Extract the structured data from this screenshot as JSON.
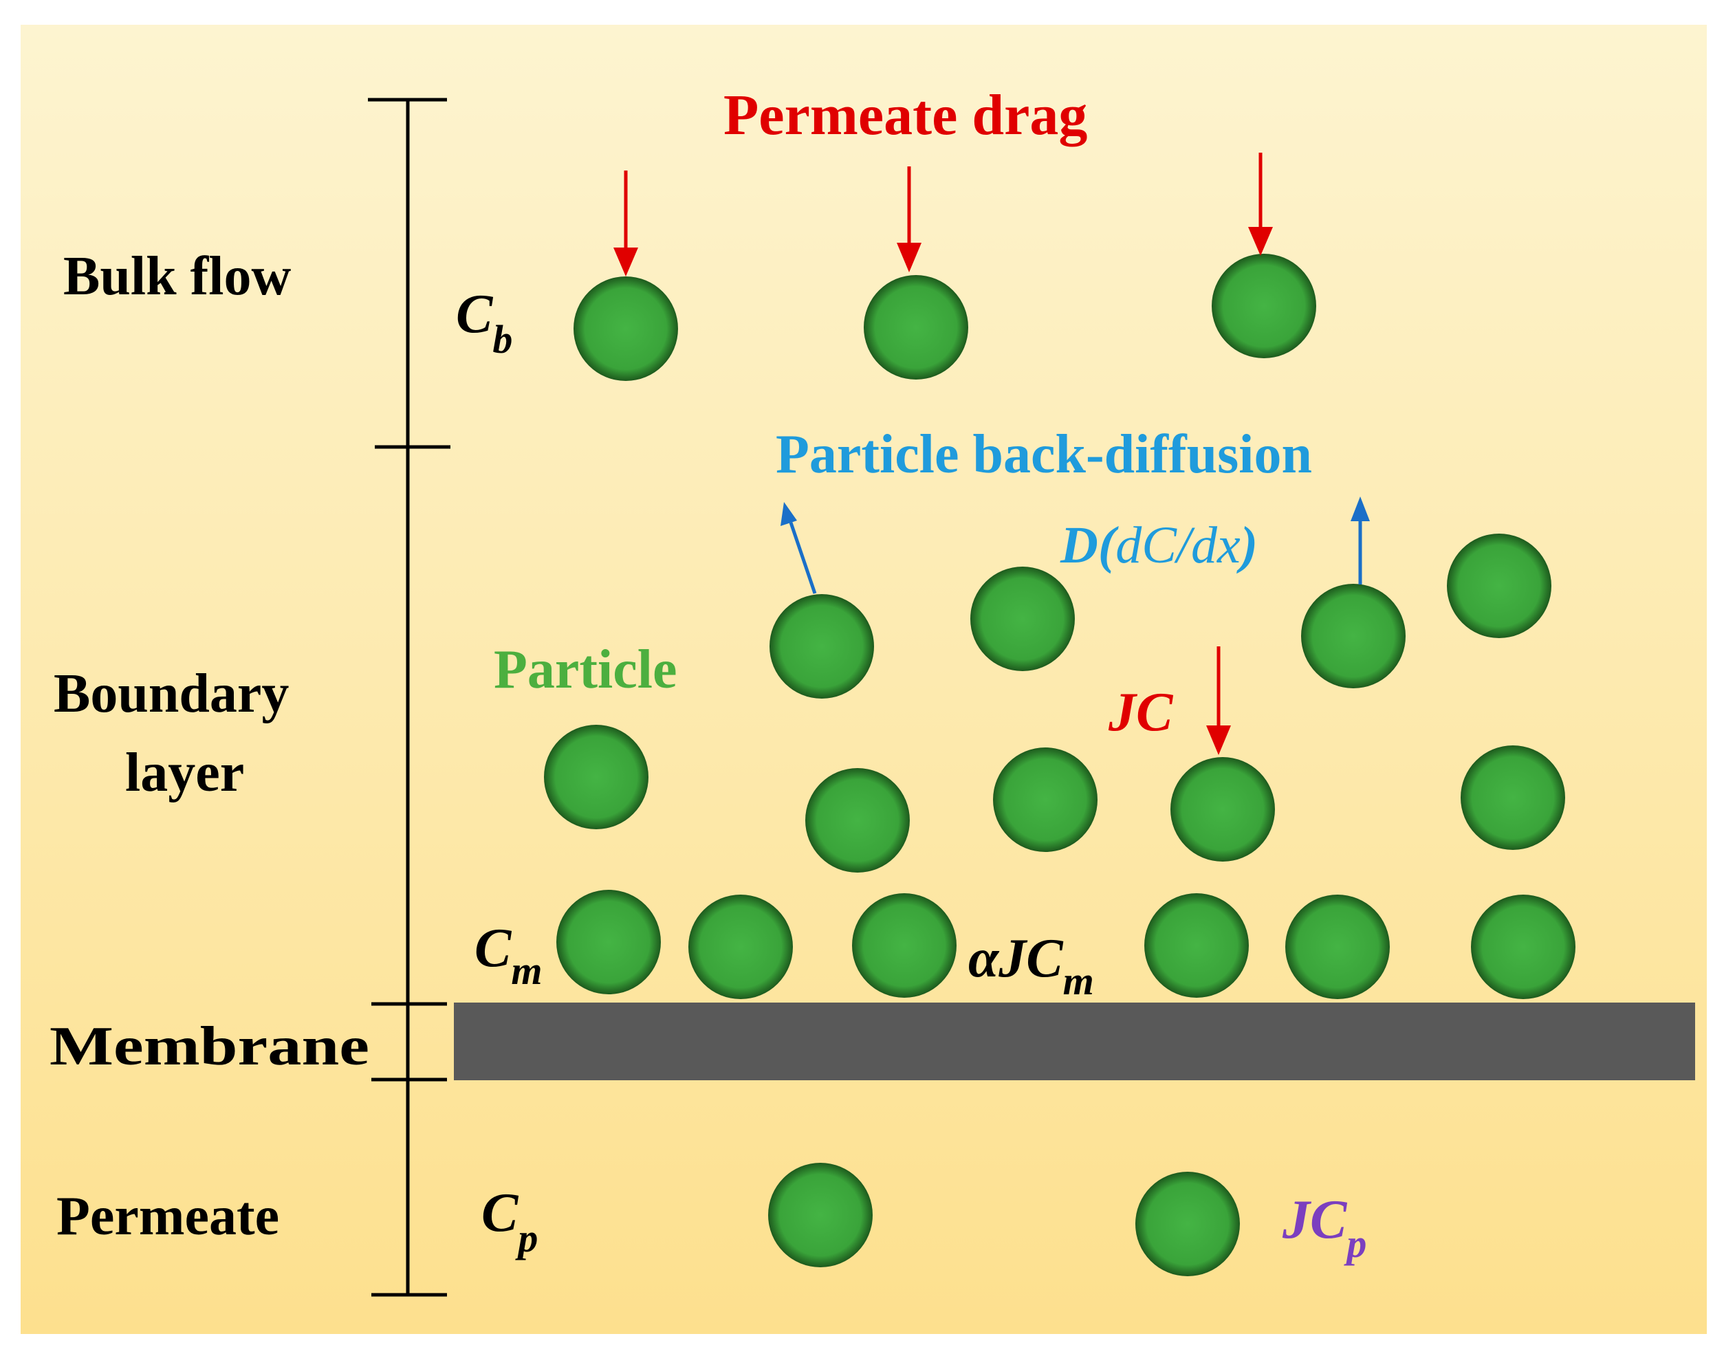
{
  "colors": {
    "bg_top": "#fdf4d0",
    "bg_bottom": "#fde08e",
    "particle": "#3fae3f",
    "particle_edge": "#1f5a1f",
    "membrane": "#595959",
    "red": "#e00000",
    "blue": "#1f9bdc",
    "green_text": "#4caf3f",
    "purple": "#7b3fbf",
    "black": "#000000"
  },
  "regions": {
    "bulk_flow": "Bulk flow",
    "boundary_line1": "Boundary",
    "boundary_line2": "layer",
    "membrane": "Membrane",
    "permeate": "Permeate"
  },
  "labels": {
    "permeate_drag": "Permeate drag",
    "back_diffusion": "Particle back-diffusion",
    "particle": "Particle",
    "d_open": "D(",
    "d_mid": "dC/dx",
    "d_close": ")",
    "jc": "JC",
    "cb_main": "C",
    "cb_sub": "b",
    "cm_main": "C",
    "cm_sub": "m",
    "cp_main": "C",
    "cp_sub": "p",
    "ajcm_main": "αJC",
    "ajcm_sub": "m",
    "jcp_main": "JC",
    "jcp_sub": "p"
  },
  "icons": {
    "particle": "green-sphere",
    "drag_arrow": "red-down-arrow",
    "diffusion_arrow": "blue-up-arrow"
  }
}
